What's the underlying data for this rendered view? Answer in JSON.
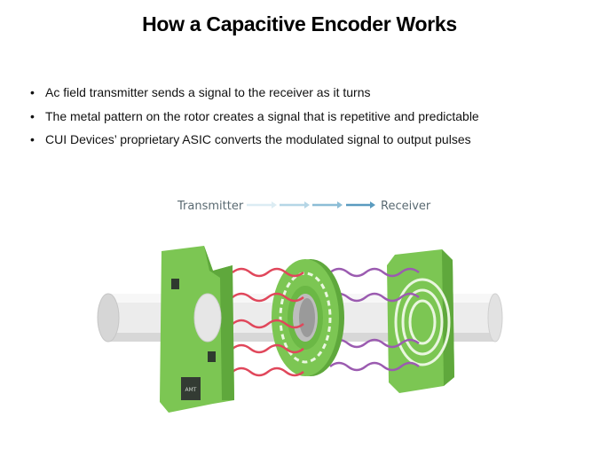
{
  "slide": {
    "title": "How a Capacitive Encoder Works",
    "bullets": [
      "Ac field transmitter sends a signal to the receiver as it turns",
      "The metal pattern on the rotor creates a signal that is repetitive and predictable",
      "CUI Devices’ proprietary ASIC converts the modulated signal to output pulses"
    ]
  },
  "diagram": {
    "flow": {
      "from_label": "Transmitter",
      "to_label": "Receiver"
    },
    "chip_label": "AMT",
    "colors": {
      "pcb_green": "#7cc653",
      "pcb_dark": "#5fa83c",
      "shaft": "#e9e9e9",
      "signal_transmit": "#e0475b",
      "signal_receive": "#9b5bb0",
      "arrow_light": "#cfe4ee",
      "arrow_dark": "#5a9bbf"
    }
  }
}
